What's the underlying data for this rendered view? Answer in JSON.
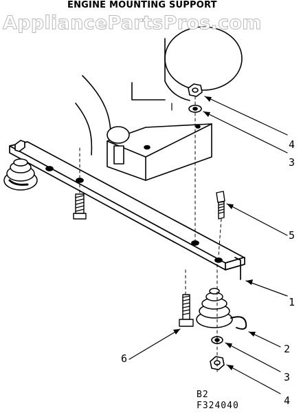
{
  "header": {
    "title": "ENGINE MOUNTING SUPPORT",
    "watermark": "AppliancePartsPros.com"
  },
  "callouts": {
    "c1": "1",
    "c2": "2",
    "c3a": "3",
    "c3b": "3",
    "c4a": "4",
    "c4b": "4",
    "c5": "5",
    "c6": "6"
  },
  "footer": {
    "section": "B2",
    "figure_number": "F324040"
  }
}
